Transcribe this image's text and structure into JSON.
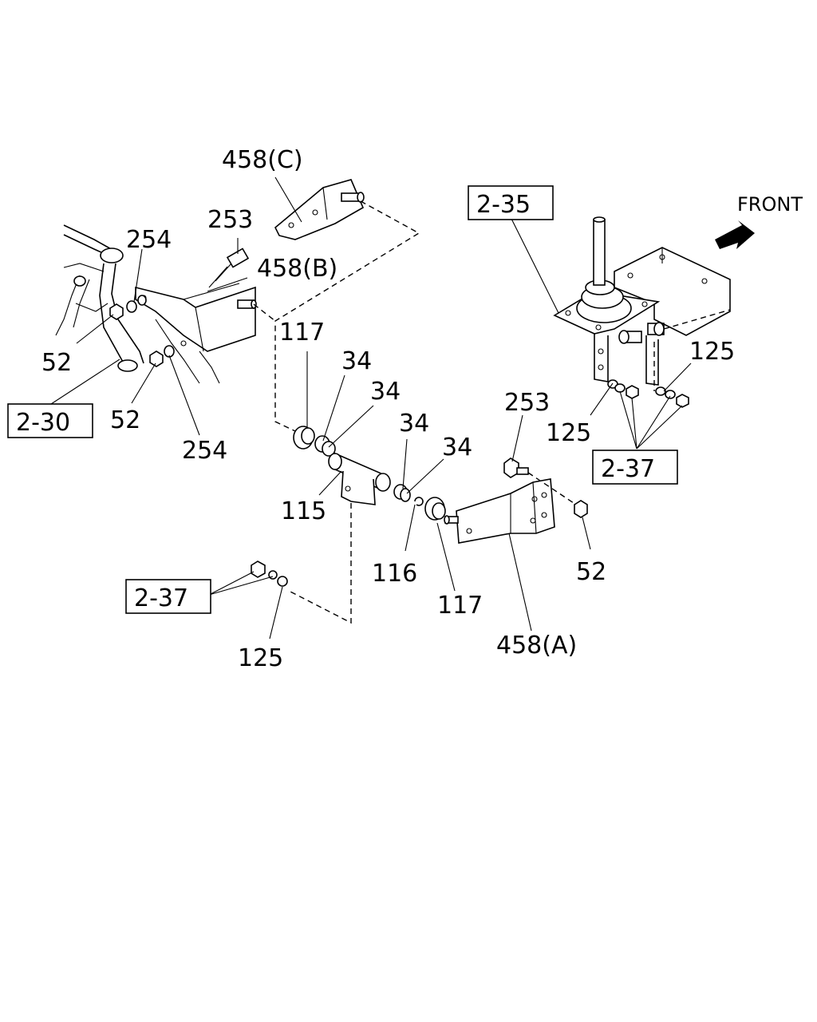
{
  "front_label": "FRONT",
  "refs": {
    "r2_35": "2-35",
    "r2_30": "2-30",
    "r2_37_right": "2-37",
    "r2_37_left": "2-37"
  },
  "parts": {
    "p458c": "458(C)",
    "p458b": "458(B)",
    "p458a": "458(A)",
    "p253_top": "253",
    "p253_right": "253",
    "p254_top": "254",
    "p254_bottom": "254",
    "p52_left_top": "52",
    "p52_left_bottom": "52",
    "p52_right": "52",
    "p117_top": "117",
    "p117_bottom": "117",
    "p34_a": "34",
    "p34_b": "34",
    "p34_c": "34",
    "p34_d": "34",
    "p115": "115",
    "p116": "116",
    "p125_right_top": "125",
    "p125_right_mid": "125",
    "p125_bottom": "125"
  }
}
